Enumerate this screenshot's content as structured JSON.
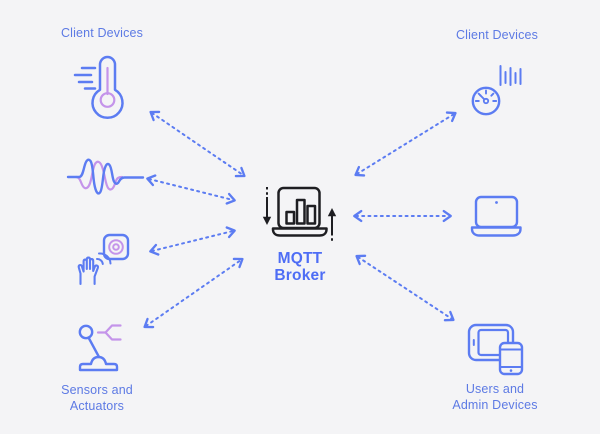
{
  "diagram": {
    "broker": {
      "line1": "MQTT",
      "line2": "Broker"
    },
    "labels": {
      "client_devices_left": "Client Devices",
      "client_devices_right": "Client Devices",
      "sensors_actuators": {
        "line1": "Sensors and",
        "line2": "Actuators"
      },
      "users_admin": {
        "line1": "Users and",
        "line2": "Admin Devices"
      }
    },
    "icons": {
      "left_column": [
        "thermometer-icon",
        "waveform-icon",
        "motion-sensor-icon",
        "joystick-icon"
      ],
      "right_column": [
        "gauge-icon",
        "laptop-icon",
        "tablet-phone-icon"
      ],
      "center": "broker-laptop-icon"
    },
    "connections": [
      {
        "from": "thermometer",
        "to": "mqtt-broker",
        "style": "dashed-bidirectional"
      },
      {
        "from": "waveform",
        "to": "mqtt-broker",
        "style": "dashed-bidirectional"
      },
      {
        "from": "motion-sensor",
        "to": "mqtt-broker",
        "style": "dashed-bidirectional"
      },
      {
        "from": "joystick",
        "to": "mqtt-broker",
        "style": "dashed-bidirectional"
      },
      {
        "from": "gauge",
        "to": "mqtt-broker",
        "style": "dashed-bidirectional"
      },
      {
        "from": "laptop",
        "to": "mqtt-broker",
        "style": "dashed-bidirectional"
      },
      {
        "from": "tablet-phone",
        "to": "mqtt-broker",
        "style": "dashed-bidirectional"
      },
      {
        "from": "publish-arrow-down",
        "to": "mqtt-broker",
        "style": "black-solid-dashed"
      },
      {
        "from": "mqtt-broker",
        "to": "subscribe-arrow-up",
        "style": "black-solid-dashed"
      }
    ],
    "colors": {
      "background": "#F4F4F6",
      "accent_blue": "#5C7CF2",
      "label_blue": "#5D7AE4",
      "broker_blue": "#4E6DF5",
      "accent_purple": "#C494EA",
      "dark": "#1E1E22"
    }
  }
}
